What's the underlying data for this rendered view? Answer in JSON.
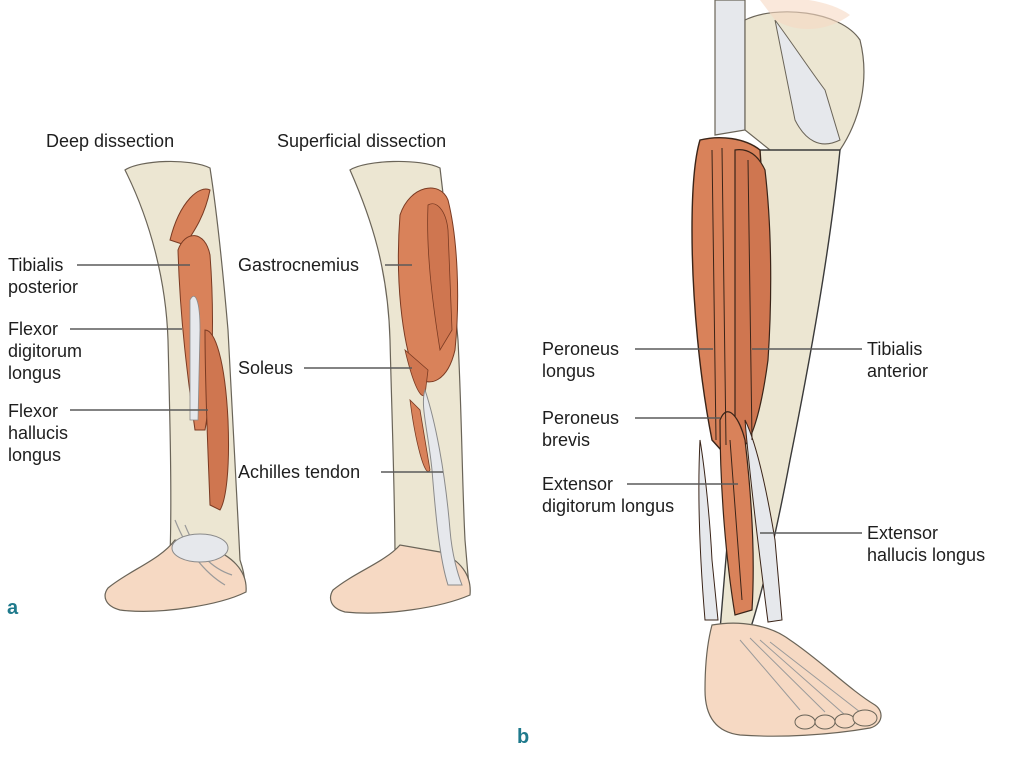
{
  "colors": {
    "muscle": "#d9825a",
    "muscle_dark": "#c4653f",
    "bone": "#ece6d2",
    "tendon": "#e6e8ec",
    "skin": "#f6d9c3",
    "leader_line": "#5a5a5a",
    "panel_letter": "#1f7a8c"
  },
  "panel_a": {
    "letter": "a",
    "deep": {
      "title": "Deep dissection",
      "labels": [
        {
          "text": "Tibialis\nposterior"
        },
        {
          "text": "Flexor\ndigitorum\nlongus"
        },
        {
          "text": "Flexor\nhallucis\nlongus"
        }
      ]
    },
    "superficial": {
      "title": "Superficial dissection",
      "labels": [
        {
          "text": "Gastrocnemius"
        },
        {
          "text": "Soleus"
        },
        {
          "text": "Achilles tendon"
        }
      ]
    }
  },
  "panel_b": {
    "letter": "b",
    "labels_left": [
      {
        "text": "Peroneus\nlongus"
      },
      {
        "text": "Peroneus\nbrevis"
      },
      {
        "text": "Extensor\ndigitorum longus"
      }
    ],
    "labels_right": [
      {
        "text": "Tibialis\nanterior"
      },
      {
        "text": "Extensor\nhallucis longus"
      }
    ]
  }
}
